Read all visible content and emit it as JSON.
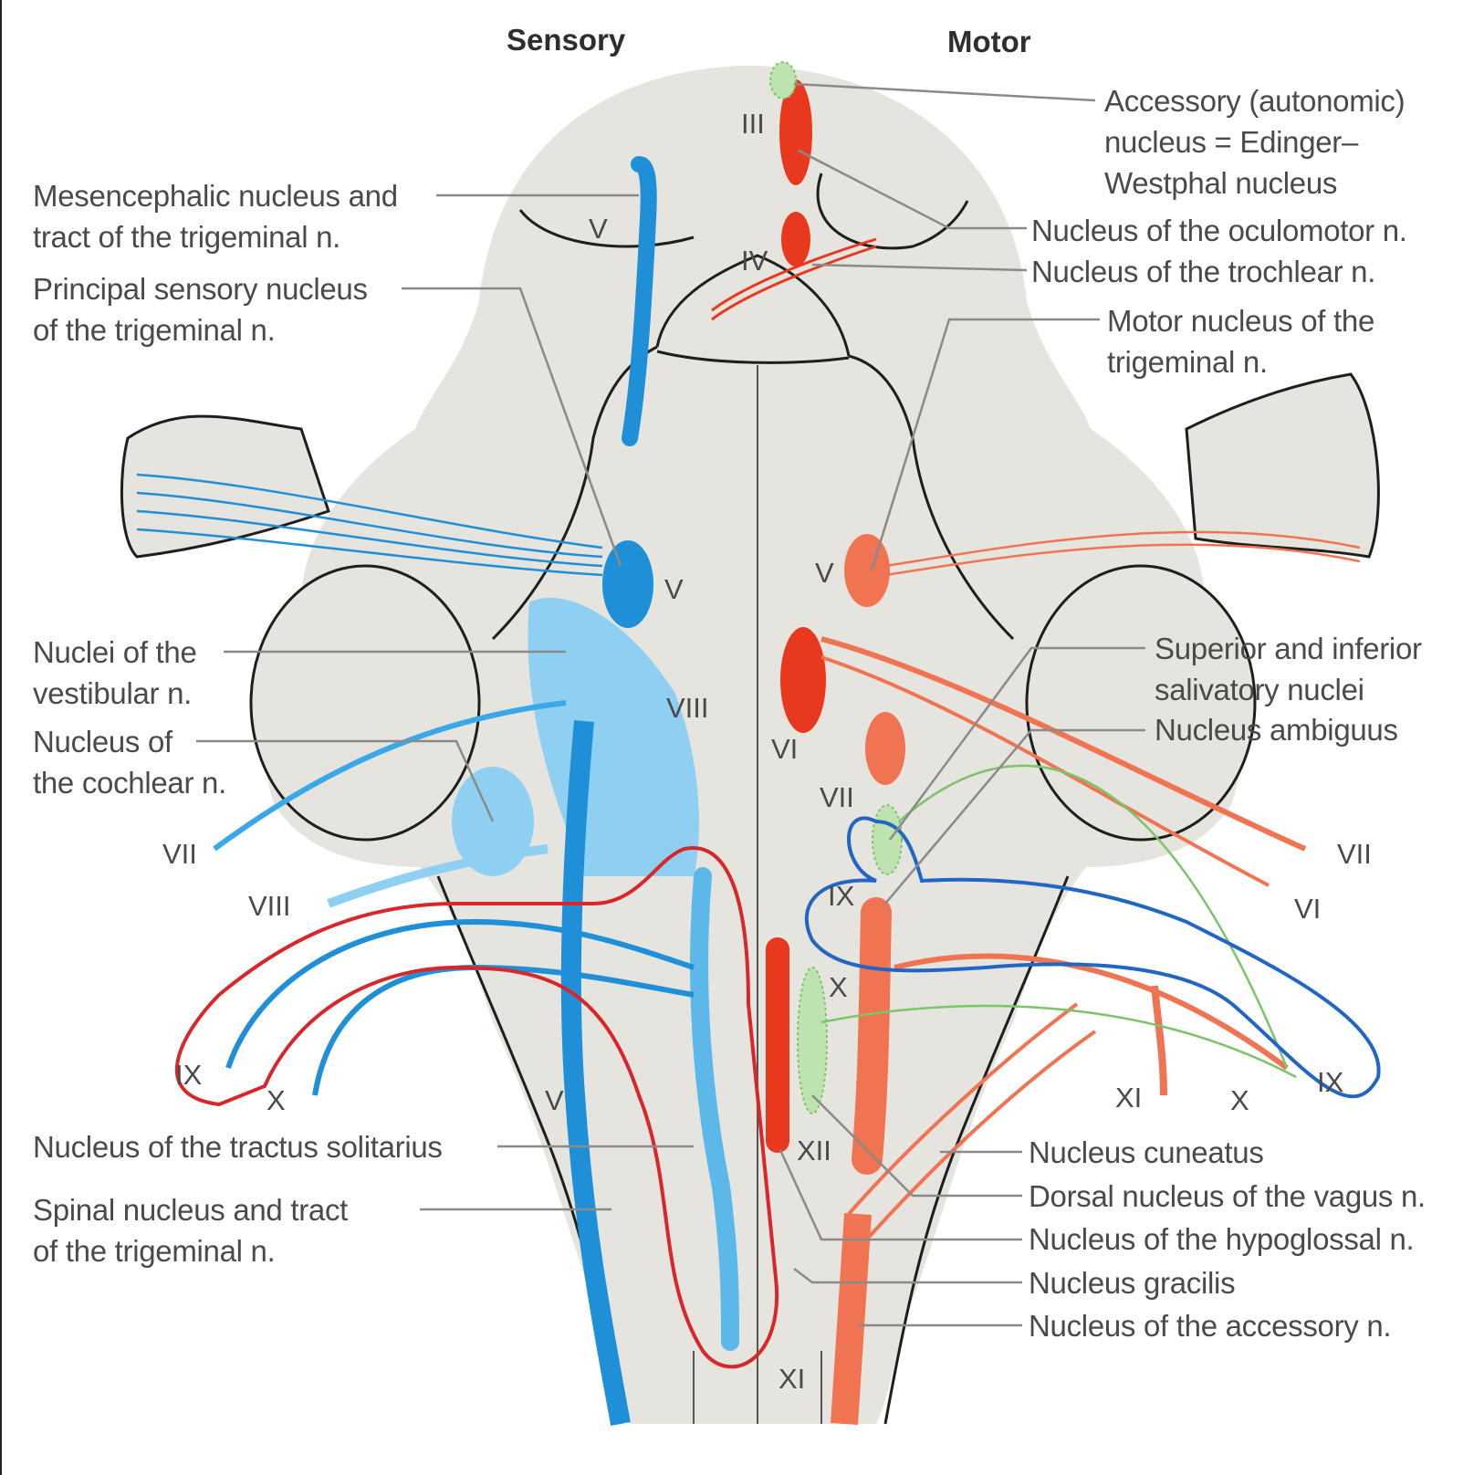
{
  "headers": {
    "sensory": "Sensory",
    "motor": "Motor"
  },
  "labels_left": {
    "mesencephalic": "Mesencephalic nucleus and\ntract of the trigeminal n.",
    "principal": "Principal sensory nucleus\nof the trigeminal n.",
    "vestibular": "Nuclei of the\nvestibular n.",
    "cochlear": "Nucleus of\nthe cochlear n.",
    "solitarius": "Nucleus of the tractus solitarius",
    "spinal": "Spinal nucleus and tract\nof the trigeminal n."
  },
  "labels_right": {
    "accessory_autonomic": "Accessory (autonomic)\nnucleus = Edinger–\nWestphal nucleus",
    "oculomotor": "Nucleus of the oculomotor n.",
    "trochlear": "Nucleus of the trochlear n.",
    "motor_trigeminal": "Motor nucleus of the\ntrigeminal n.",
    "salivatory": "Superior and inferior\nsalivatory nuclei",
    "ambiguus": "Nucleus ambiguus",
    "cuneatus": "Nucleus cuneatus",
    "dorsal_vagus": "Dorsal nucleus of the vagus n.",
    "hypoglossal": "Nucleus of the hypoglossal n.",
    "gracilis": "Nucleus gracilis",
    "accessory_n": "Nucleus of the accessory n."
  },
  "roman": {
    "iii": "III",
    "iv": "IV",
    "v_top": "V",
    "v_sens": "V",
    "v_motor": "V",
    "v_bottom": "V",
    "viii_mid": "VIII",
    "vi_mid": "VI",
    "vii_mid": "VII",
    "ix_mid": "IX",
    "x_mid": "X",
    "xii": "XII",
    "xi_bottom": "XI",
    "vii_left": "VII",
    "viii_left": "VIII",
    "ix_left": "IX",
    "x_left": "X",
    "vii_right": "VII",
    "vi_right": "VI",
    "ix_right": "IX",
    "x_right": "X",
    "xi_right": "XI"
  },
  "colors": {
    "brainstem": "#e6e4de",
    "outline": "#1e1e1e",
    "sensory_dark": "#1f8fd8",
    "sensory_light": "#8fd0f2",
    "motor_dark": "#e8391f",
    "motor_light": "#f07452",
    "autonomic": "#7cc46a",
    "label_line": "#8a8a8a",
    "annotation_red": "#d8272b",
    "annotation_blue": "#2266c4"
  }
}
